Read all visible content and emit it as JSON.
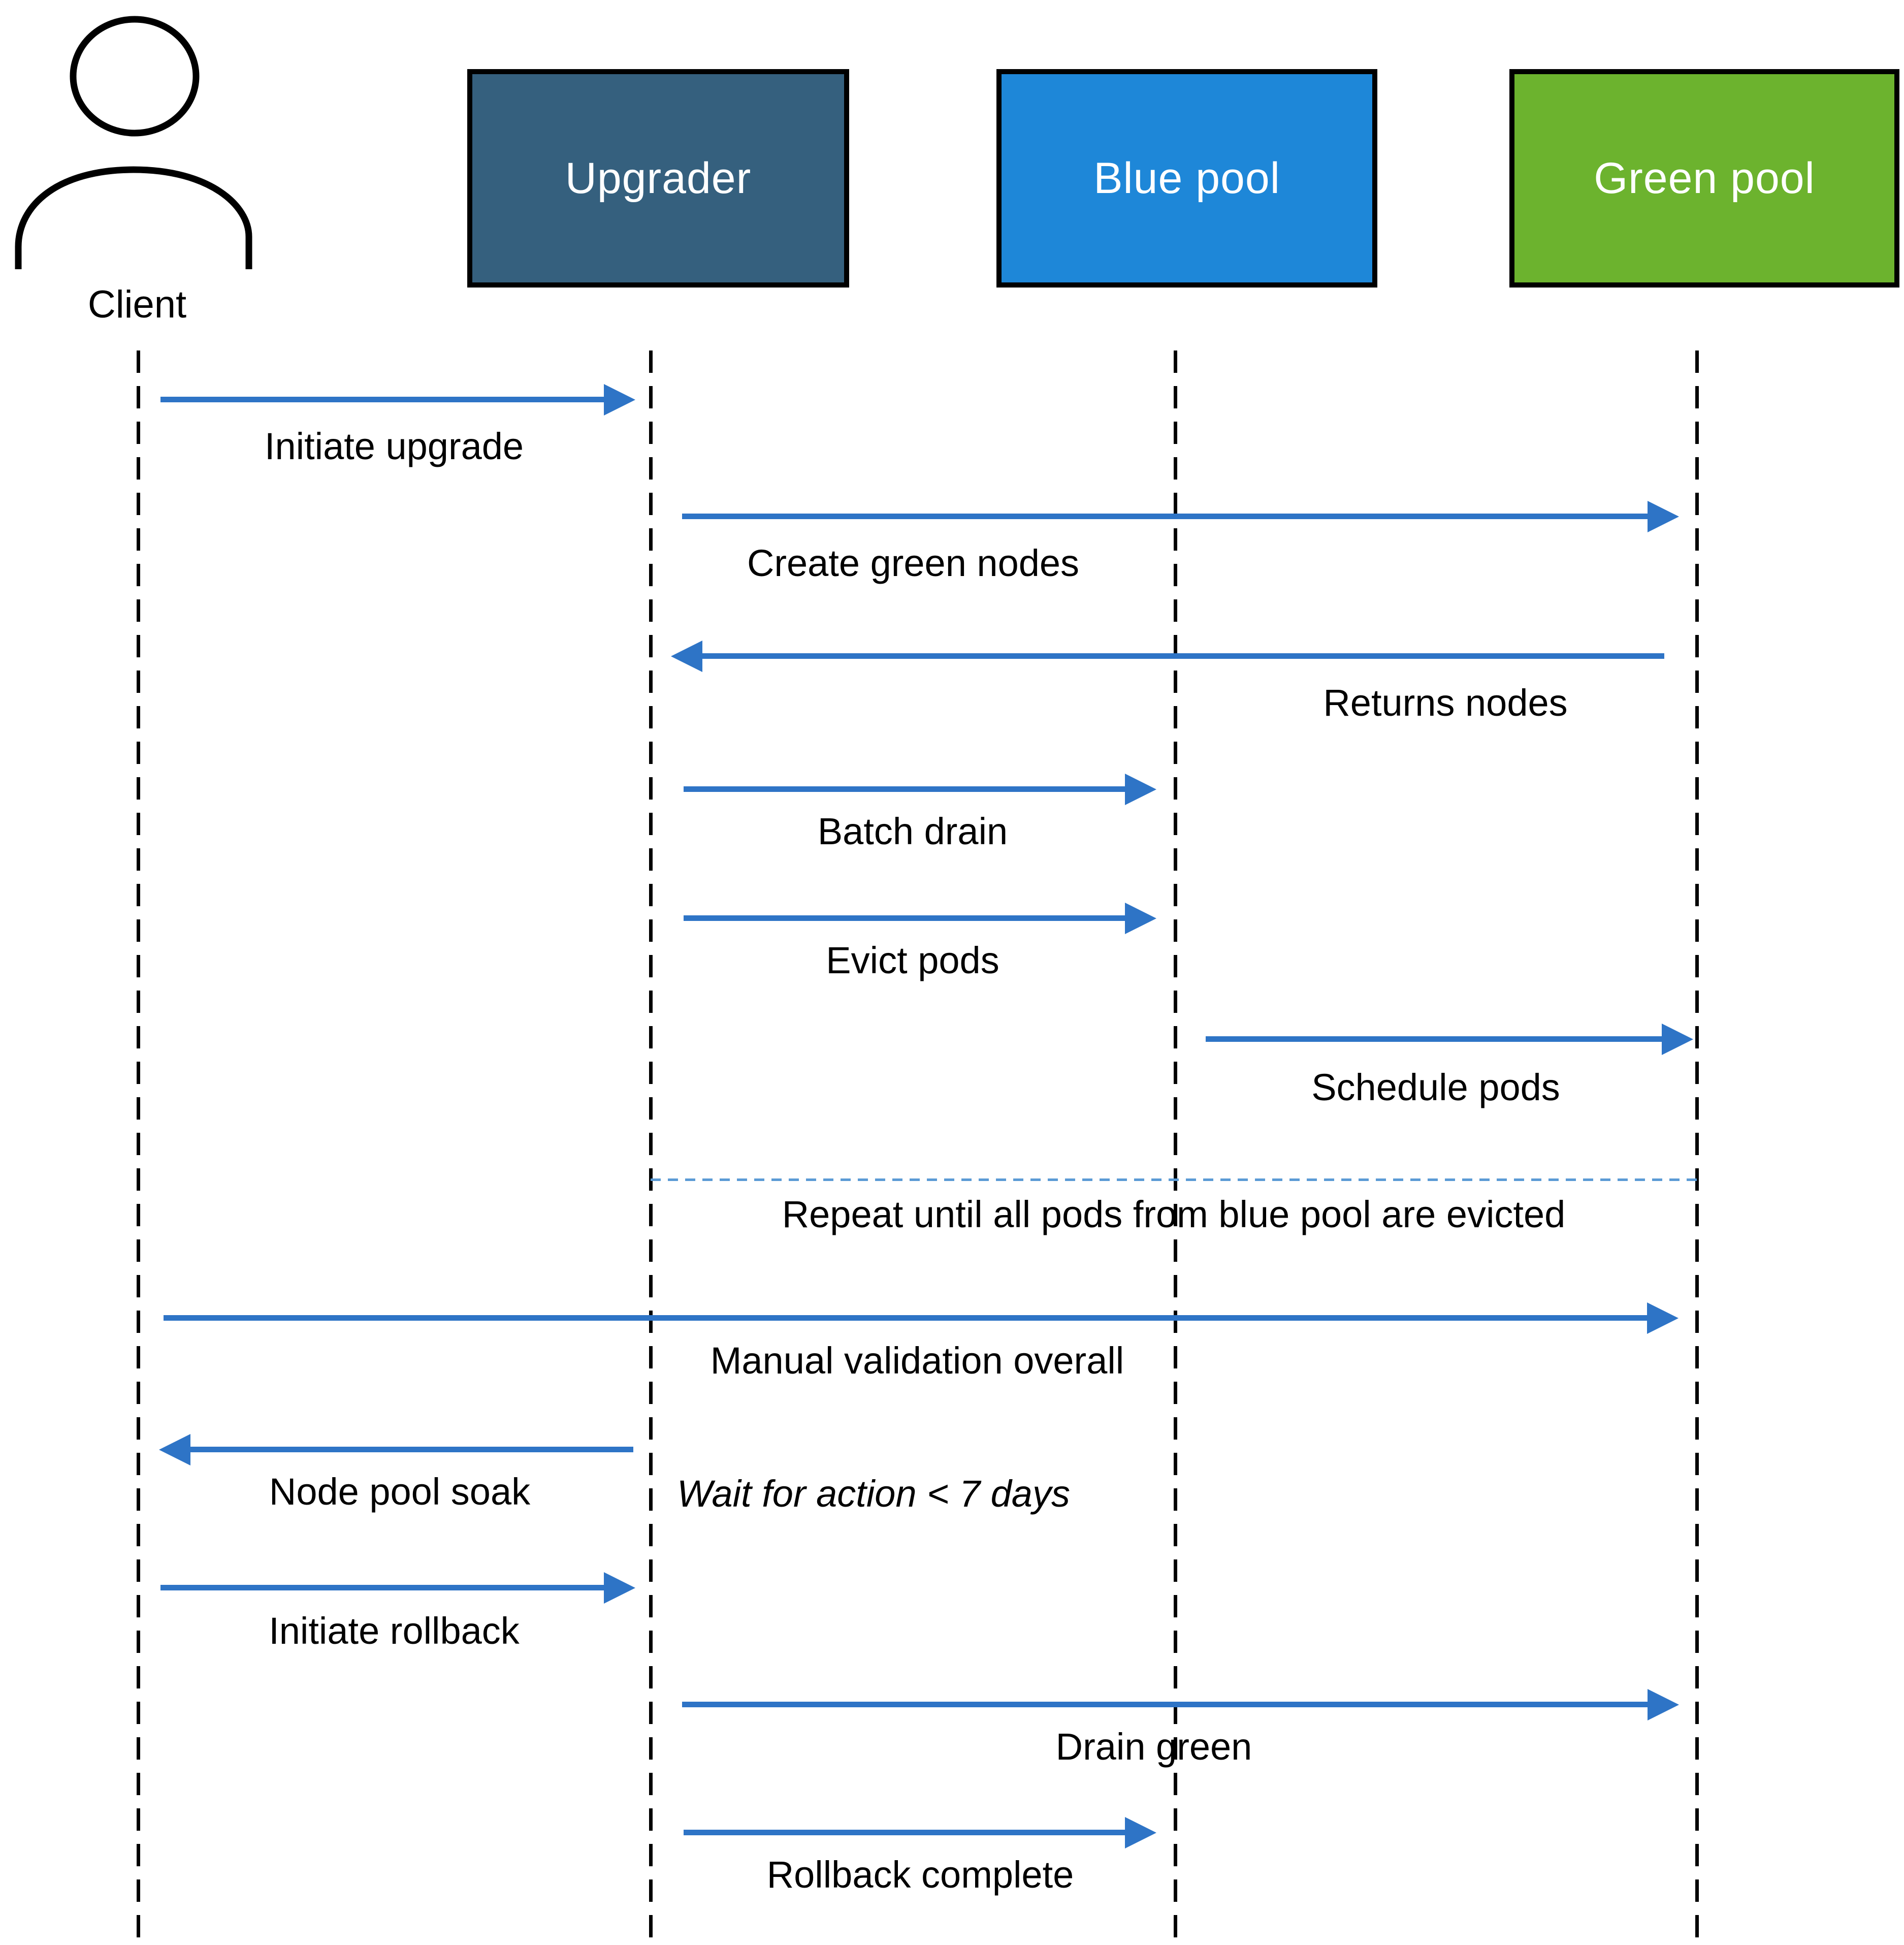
{
  "actors": [
    {
      "id": "client",
      "label": "Client",
      "type": "person"
    },
    {
      "id": "upgrader",
      "label": "Upgrader",
      "type": "box",
      "fill": "#35607E"
    },
    {
      "id": "blue-pool",
      "label": "Blue pool",
      "type": "box",
      "fill": "#1E87D8"
    },
    {
      "id": "green-pool",
      "label": "Green pool",
      "type": "box",
      "fill": "#6CB32E"
    }
  ],
  "messages": [
    {
      "label": "Initiate upgrade",
      "from": "Client",
      "to": "Upgrader",
      "direction": "right"
    },
    {
      "label": "Create green nodes",
      "from": "Upgrader",
      "to": "Green pool",
      "direction": "right"
    },
    {
      "label": "Returns nodes",
      "from": "Green pool",
      "to": "Upgrader",
      "direction": "left"
    },
    {
      "label": "Batch drain",
      "from": "Upgrader",
      "to": "Blue pool",
      "direction": "right"
    },
    {
      "label": "Evict pods",
      "from": "Upgrader",
      "to": "Blue pool",
      "direction": "right"
    },
    {
      "label": "Schedule pods",
      "from": "Blue pool",
      "to": "Green pool",
      "direction": "right"
    },
    {
      "label": "Repeat until all pods from blue pool are evicted",
      "type": "divider"
    },
    {
      "label": "Manual validation overall",
      "from": "Client",
      "to": "Green pool",
      "direction": "right"
    },
    {
      "label": "Node pool soak",
      "from": "Upgrader",
      "to": "Client",
      "direction": "left",
      "note": "Wait for action < 7 days"
    },
    {
      "label": "Initiate rollback",
      "from": "Client",
      "to": "Upgrader",
      "direction": "right"
    },
    {
      "label": "Drain green",
      "from": "Upgrader",
      "to": "Green pool",
      "direction": "right"
    },
    {
      "label": "Rollback complete",
      "from": "Upgrader",
      "to": "Blue pool",
      "direction": "right"
    }
  ],
  "colors": {
    "arrow": "#2E74C6",
    "divider_line": "#5B9BD5",
    "upgrader_fill": "#35607E",
    "blue_pool_fill": "#1E87D8",
    "green_pool_fill": "#6CB32E",
    "actor_border": "#000000",
    "actor_text": "#FFFFFF",
    "label_text": "#000000"
  }
}
